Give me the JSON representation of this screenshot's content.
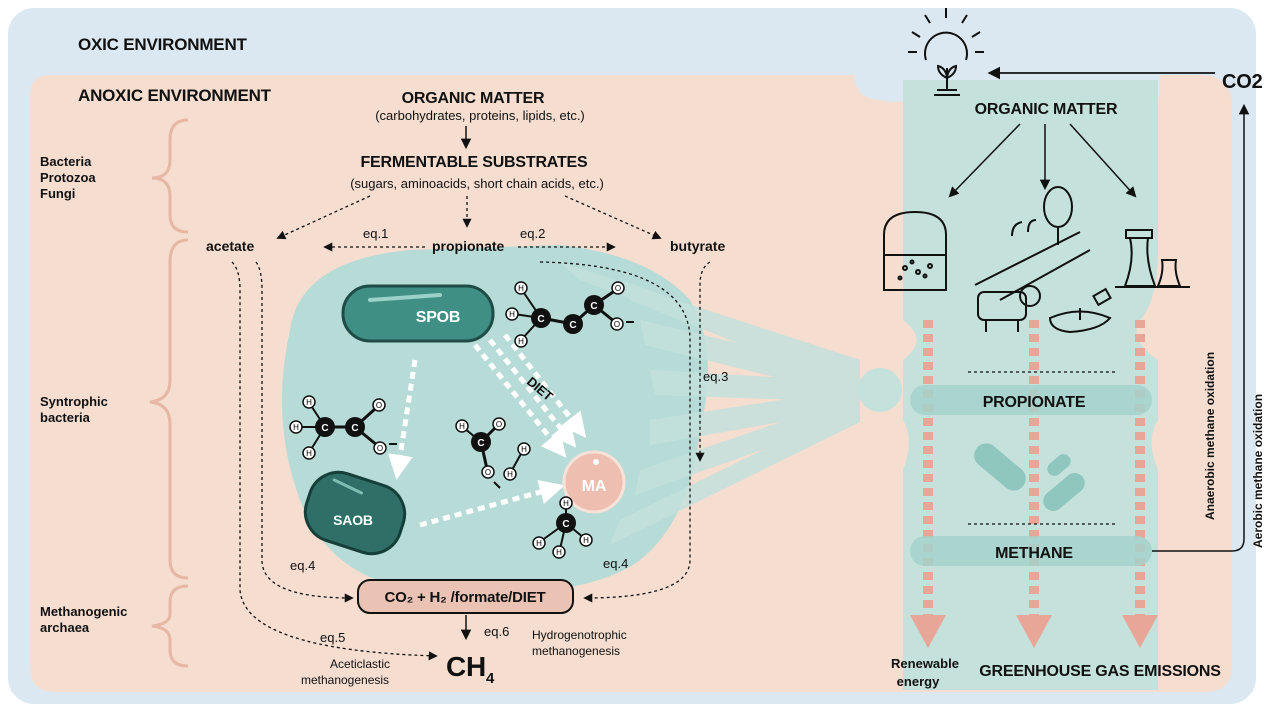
{
  "labels": {
    "oxic": "OXIC ENVIRONMENT",
    "anoxic": "ANOXIC ENVIRONMENT",
    "organic_matter": "ORGANIC MATTER",
    "organic_matter_sub": "(carbohydrates, proteins, lipids, etc.)",
    "fermentable": "FERMENTABLE SUBSTRATES",
    "fermentable_sub": "(sugars, aminoacids, short chain acids, etc.)",
    "group_bacteria": [
      "Bacteria",
      "Protozoa",
      "Fungi"
    ],
    "group_syntrophic": [
      "Syntrophic",
      "bacteria"
    ],
    "group_methanogenic": [
      "Methanogenic",
      "archaea"
    ],
    "acetate": "acetate",
    "propionate": "propionate",
    "butyrate": "butyrate",
    "eq1": "eq.1",
    "eq2": "eq.2",
    "eq3": "eq.3",
    "eq4a": "eq.4",
    "eq4b": "eq.4",
    "eq5": "eq.5",
    "eq6": "eq.6",
    "spob": "SPOB",
    "saob": "SAOB",
    "diet": "DIET",
    "ma": "MA",
    "co2_box": "CO₂ + H₂ /formate/DIET",
    "ch4": "CH",
    "ch4_sub": "4",
    "aceticlastic": [
      "Aceticlastic",
      "methanogenesis"
    ],
    "hydrogenotrophic": [
      "Hydrogenotrophic",
      "methanogenesis"
    ],
    "right_co2": "CO2",
    "right_organic": "ORGANIC MATTER",
    "right_propionate": "PROPIONATE",
    "right_methane": "METHANE",
    "renewable": [
      "Renewable",
      "energy"
    ],
    "ghg": "GREENHOUSE GAS EMISSIONS",
    "anaerobic_oxidation": "Anaerobic methane oxidation",
    "aerobic_oxidation": "Aerobic methane oxidation",
    "atom_h": "H",
    "atom_c": "C",
    "atom_o": "O"
  },
  "colors": {
    "oxic_bg": "#dbe8f1",
    "anoxic_bg": "#f5ddd0",
    "teal_light": "#b7dcd7",
    "teal_mid": "#9fcfc9",
    "spob": "#3f8f85",
    "saob": "#2f6f67",
    "ma": "#eebfb0",
    "co2_box": "#eac3b4",
    "arrow_pink": "#e8a699"
  }
}
